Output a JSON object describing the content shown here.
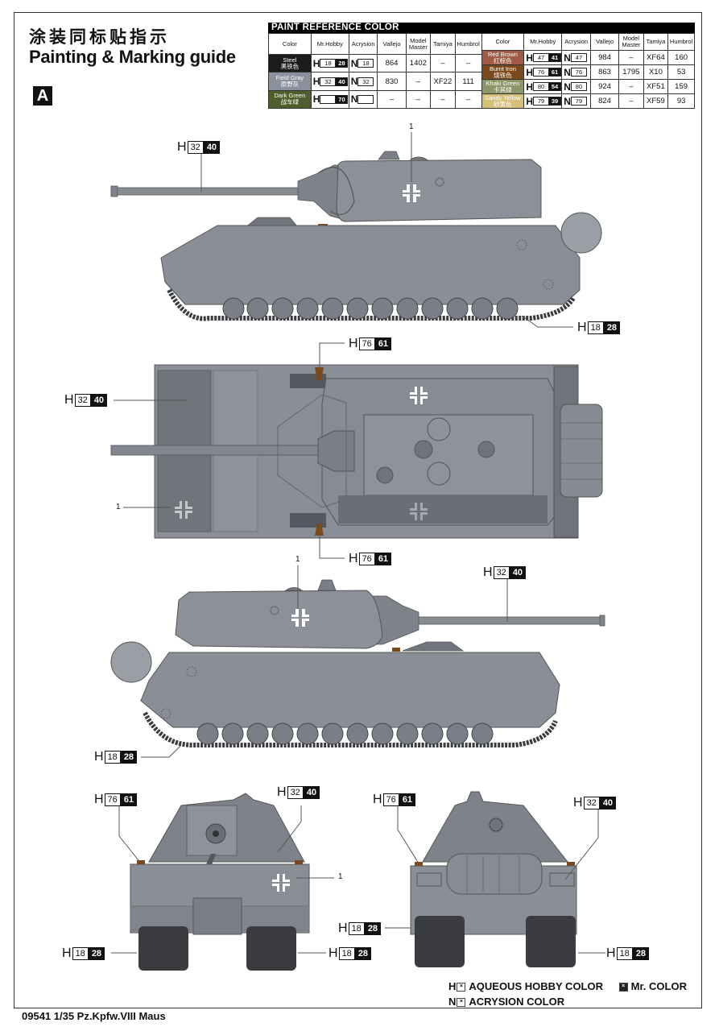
{
  "header": {
    "title_cn": "涂装同标贴指示",
    "title_en": "Painting & Marking guide",
    "scheme_letter": "A"
  },
  "paint_reference": {
    "title": "PAINT  REFERENCE COLOR",
    "columns": [
      "Color",
      "Mr.Hobby",
      "Acrysion",
      "Vallejo",
      "Model Master",
      "Tamiya",
      "Humbrol"
    ],
    "left": [
      {
        "name": "Steel",
        "name_cn": "黑铁色",
        "swatch": "#1c1c1c",
        "h_aq": "18",
        "h_mr": "28",
        "n": "18",
        "vallejo": "864",
        "model_master": "1402",
        "tamiya": "–",
        "humbrol": "–"
      },
      {
        "name": "Field Gray",
        "name_cn": "原野灰",
        "swatch": "#8a919c",
        "h_aq": "32",
        "h_mr": "40",
        "n": "32",
        "vallejo": "830",
        "model_master": "–",
        "tamiya": "XF22",
        "humbrol": "111"
      },
      {
        "name": "Dark Green",
        "name_cn": "战车绿",
        "swatch": "#4f5e2c",
        "h_aq": "",
        "h_mr": "70",
        "n": "",
        "vallejo": "–",
        "model_master": "–",
        "tamiya": "–",
        "humbrol": "–"
      }
    ],
    "right": [
      {
        "name": "Red Brown",
        "name_cn": "红棕色",
        "swatch": "#a05a45",
        "h_aq": "47",
        "h_mr": "41",
        "n": "47",
        "vallejo": "984",
        "model_master": "–",
        "tamiya": "XF64",
        "humbrol": "160"
      },
      {
        "name": "Burnt Iron",
        "name_cn": "烧铁色",
        "swatch": "#7a4a1c",
        "h_aq": "76",
        "h_mr": "61",
        "n": "76",
        "vallejo": "863",
        "model_master": "1795",
        "tamiya": "X10",
        "humbrol": "53"
      },
      {
        "name": "Khaki Green",
        "name_cn": "卡其绿",
        "swatch": "#8c9668",
        "h_aq": "80",
        "h_mr": "54",
        "n": "80",
        "vallejo": "924",
        "model_master": "–",
        "tamiya": "XF51",
        "humbrol": "159"
      },
      {
        "name": "Sandy Yellow",
        "name_cn": "砂黄色",
        "swatch": "#d6bf78",
        "h_aq": "79",
        "h_mr": "39",
        "n": "79",
        "vallejo": "824",
        "model_master": "–",
        "tamiya": "XF59",
        "humbrol": "93"
      }
    ]
  },
  "callouts": {
    "side1_gun": {
      "prefix": "H",
      "aq": "32",
      "mr": "40"
    },
    "side1_marking": "1",
    "side1_track": {
      "prefix": "H",
      "aq": "18",
      "mr": "28"
    },
    "top_front_lamp": {
      "prefix": "H",
      "aq": "76",
      "mr": "61"
    },
    "top_hull": {
      "prefix": "H",
      "aq": "32",
      "mr": "40"
    },
    "top_marking": "1",
    "top_rear_lamp": {
      "prefix": "H",
      "aq": "76",
      "mr": "61"
    },
    "side2_marking": "1",
    "side2_gun": {
      "prefix": "H",
      "aq": "32",
      "mr": "40"
    },
    "side2_track": {
      "prefix": "H",
      "aq": "18",
      "mr": "28"
    },
    "front_lamp": {
      "prefix": "H",
      "aq": "76",
      "mr": "61"
    },
    "front_hull": {
      "prefix": "H",
      "aq": "32",
      "mr": "40"
    },
    "front_marking": "1",
    "front_track_left": {
      "prefix": "H",
      "aq": "18",
      "mr": "28"
    },
    "front_track_right": {
      "prefix": "H",
      "aq": "18",
      "mr": "28"
    },
    "rear_lamp": {
      "prefix": "H",
      "aq": "76",
      "mr": "61"
    },
    "rear_hull": {
      "prefix": "H",
      "aq": "32",
      "mr": "40"
    },
    "rear_track_left": {
      "prefix": "H",
      "aq": "18",
      "mr": "28"
    },
    "rear_track_right": {
      "prefix": "H",
      "aq": "18",
      "mr": "28"
    }
  },
  "legend": {
    "aqueous": "AQUEOUS HOBBY COLOR",
    "mr_color": "Mr. COLOR",
    "acrysion": "ACRYSION COLOR",
    "h_prefix": "H",
    "n_prefix": "N"
  },
  "footer": {
    "text": "09541 1/35  Pz.Kpfw.VIII Maus"
  },
  "colors": {
    "field_gray": "#8a8e96",
    "field_gray_dark": "#6f737b",
    "track": "#3a3c40",
    "burnt_iron": "#7a4a1c"
  }
}
